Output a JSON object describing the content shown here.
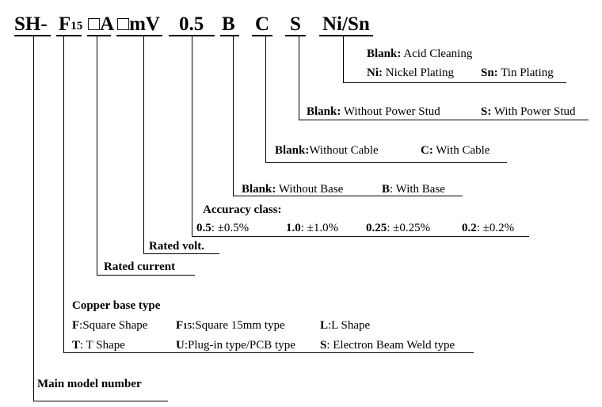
{
  "model_code": {
    "seg1": "SH-",
    "seg2_main": "F",
    "seg2_sub": "15",
    "seg3": "□A",
    "seg4": "□mV",
    "seg5": "0.5",
    "seg6": "B",
    "seg7": "C",
    "seg8": "S",
    "seg9": "Ni/Sn"
  },
  "plating": {
    "blank_key": "Blank:",
    "blank_val": " Acid Cleaning",
    "ni_key": "Ni:",
    "ni_val": " Nickel Plating",
    "sn_key": "Sn:",
    "sn_val": " Tin Plating"
  },
  "power_stud": {
    "blank_key": "Blank:",
    "blank_val": " Without Power Stud",
    "s_key": "S:",
    "s_val": " With Power Stud"
  },
  "cable": {
    "blank_key": "Blank:",
    "blank_val": "Without Cable",
    "c_key": "C:",
    "c_val": " With Cable"
  },
  "base": {
    "blank_key": "Blank:",
    "blank_val": " Without Base",
    "b_key": "B",
    "b_val": ": With Base"
  },
  "accuracy": {
    "title": "Accuracy class:",
    "items": [
      {
        "key": "0.5",
        "val": ": ±0.5%"
      },
      {
        "key": "1.0",
        "val": ": ±1.0%"
      },
      {
        "key": "0.25",
        "val": ": ±0.25%"
      },
      {
        "key": "0.2",
        "val": ": ±0.2%"
      }
    ]
  },
  "rated_volt": "Rated volt.",
  "rated_current": "Rated current",
  "copper_base": {
    "title": "Copper base type",
    "f_key": "F",
    "f_val": ":Square Shape",
    "f15_key": "F",
    "f15_sub": "15",
    "f15_val": ":Square 15mm type",
    "l_key": "L",
    "l_val": ":L Shape",
    "t_key": "T",
    "t_val": ": T Shape",
    "u_key": "U",
    "u_val": ":Plug-in type/PCB type",
    "s_key": "S",
    "s_val": ": Electron Beam Weld type"
  },
  "main_model": "Main model number"
}
